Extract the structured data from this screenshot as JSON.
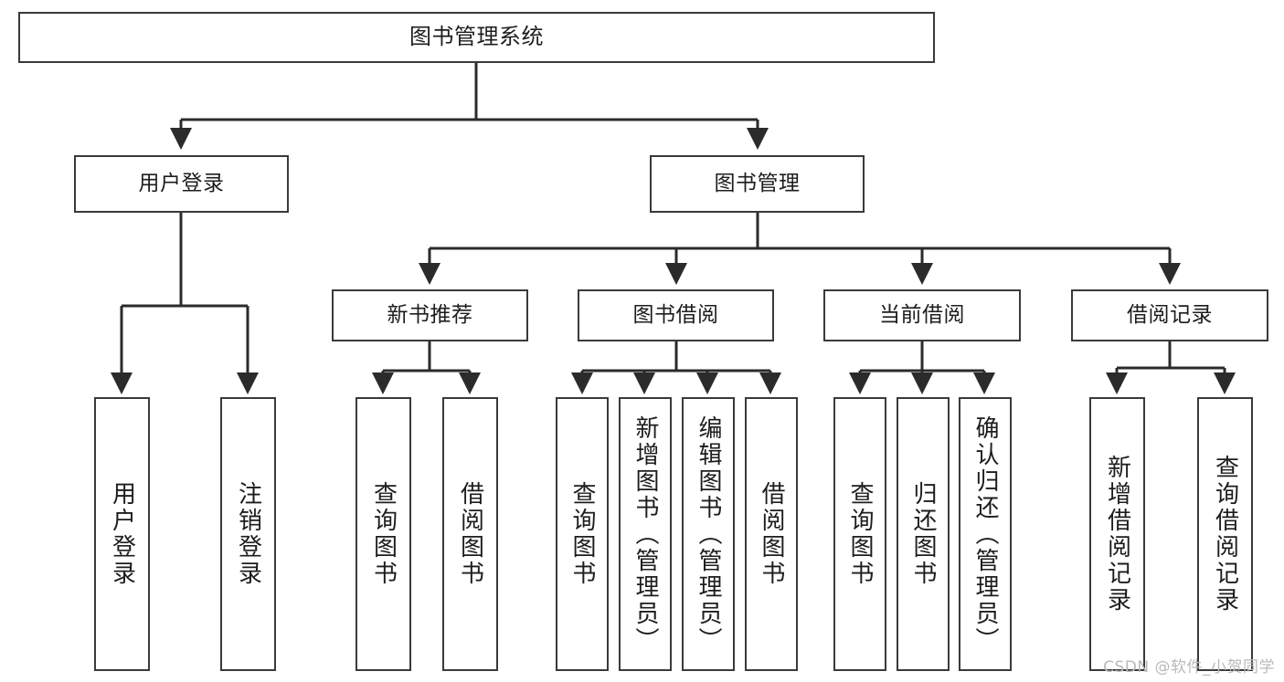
{
  "diagram": {
    "title": "图书管理系统",
    "watermark": "CSDN @软件_小贺同学",
    "colors": {
      "background": "#ffffff",
      "box_border": "#3a3a3a",
      "box_fill": "#ffffff",
      "connector": "#2b2b2b",
      "text": "#1d1d1d",
      "watermark": "#b9b9b9"
    },
    "root": {
      "label": "图书管理系统"
    },
    "level2": [
      {
        "label": "用户登录"
      },
      {
        "label": "图书管理"
      }
    ],
    "level3": [
      {
        "label": "新书推荐"
      },
      {
        "label": "图书借阅"
      },
      {
        "label": "当前借阅"
      },
      {
        "label": "借阅记录"
      }
    ],
    "leaves": {
      "user_login": [
        {
          "label": "用户登录"
        },
        {
          "label": "注销登录"
        }
      ],
      "new_book_recommend": [
        {
          "label": "查询图书"
        },
        {
          "label": "借阅图书"
        }
      ],
      "book_borrow": [
        {
          "label": "查询图书"
        },
        {
          "label": "新增图书（管理员）"
        },
        {
          "label": "编辑图书（管理员）"
        },
        {
          "label": "借阅图书"
        }
      ],
      "current_borrow": [
        {
          "label": "查询图书"
        },
        {
          "label": "归还图书"
        },
        {
          "label": "确认归还（管理员）"
        }
      ],
      "borrow_record": [
        {
          "label": "新增借阅记录"
        },
        {
          "label": "查询借阅记录"
        }
      ]
    }
  }
}
